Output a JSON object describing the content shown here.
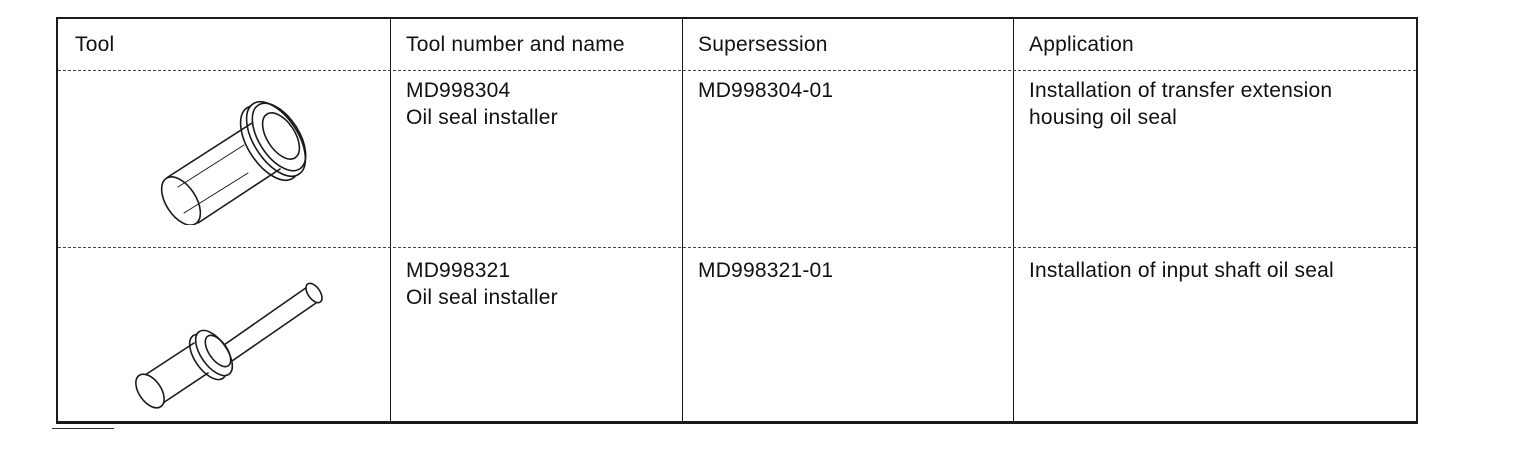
{
  "table": {
    "headers": {
      "tool": "Tool",
      "tool_number_and_name": "Tool number and name",
      "supersession": "Supersession",
      "application": "Application"
    },
    "rows": [
      {
        "tool_icon": "oil-seal-installer-short-icon",
        "tool_number": "MD998304",
        "tool_name": "Oil seal installer",
        "supersession": "MD998304-01",
        "application_line1": "Installation of transfer extension",
        "application_line2": "housing oil seal"
      },
      {
        "tool_icon": "oil-seal-installer-long-icon",
        "tool_number": "MD998321",
        "tool_name": "Oil seal installer",
        "supersession": "MD998321-01",
        "application_line1": "Installation of input shaft oil seal",
        "application_line2": ""
      }
    ]
  },
  "colors": {
    "line": "#1a1a1a",
    "text": "#111111",
    "background": "#ffffff"
  }
}
